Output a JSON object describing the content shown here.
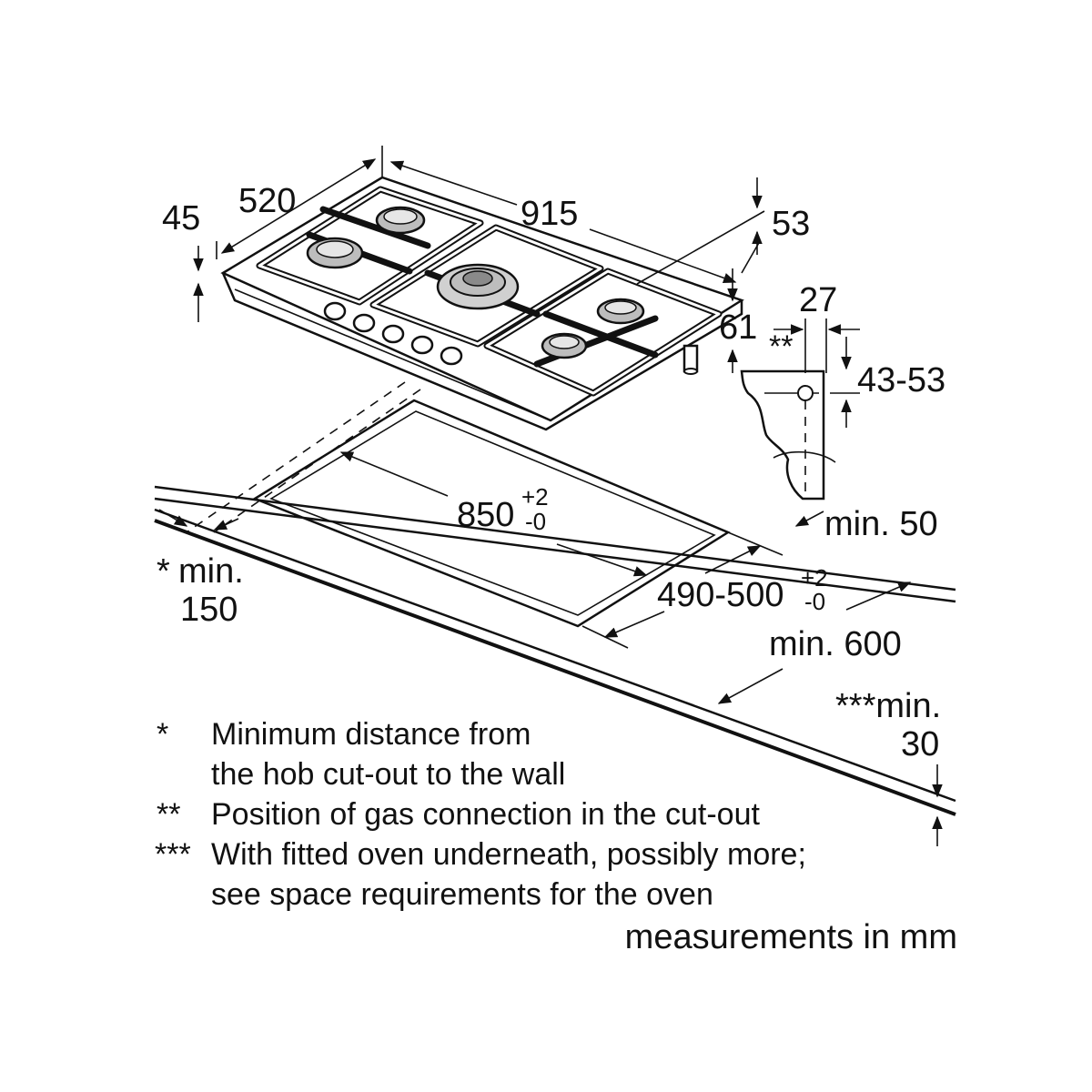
{
  "dimensions": {
    "hob_width": "915",
    "hob_depth": "520",
    "hob_height": "45",
    "rear_offset": "53",
    "side_offset": "61",
    "gas_pipe_width": "27",
    "gas_pipe_height": "43-53",
    "cutout_width": "850",
    "cutout_width_tol_plus": "+2",
    "cutout_width_tol_minus": "-0",
    "cutout_depth": "490-500",
    "cutout_depth_tol_plus": "+2",
    "cutout_depth_tol_minus": "-0",
    "min_wall_front_star": "*",
    "min_wall_front_label": "min.",
    "min_wall_front_value": "150",
    "min_back": "min. 50",
    "min_worktop": "min. 600",
    "min_oven_label": "***min.",
    "min_oven_value": "30",
    "gas_marker": "**"
  },
  "notes": [
    {
      "marker": "*",
      "lines": [
        "Minimum distance from",
        "the hob cut-out to the wall"
      ]
    },
    {
      "marker": "**",
      "lines": [
        "Position of gas connection in the cut-out"
      ]
    },
    {
      "marker": "***",
      "lines": [
        "With fitted oven underneath, possibly more;",
        "see space requirements for the oven"
      ]
    }
  ],
  "units_note": "measurements in mm"
}
